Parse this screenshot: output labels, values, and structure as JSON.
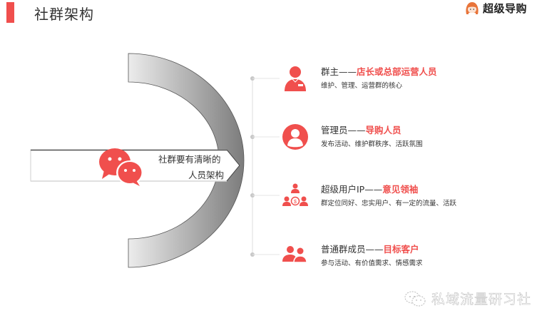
{
  "header": {
    "title": "社群架构",
    "accent_color": "#f04f4d",
    "brand": {
      "logo_icon": "girl-avatar-icon",
      "name": "超级导购"
    }
  },
  "diagram": {
    "banner": {
      "icon": "wechat-icon",
      "line1": "社群要有清晰的",
      "line2": "人员架构"
    },
    "arc_gradient": [
      "#e8e8e8",
      "#888888"
    ],
    "items": [
      {
        "icon": "staff-person-icon",
        "title": "群主",
        "dash": "——",
        "role": "店长或总部运营人员",
        "description": "维护、管理、运营群的核心"
      },
      {
        "icon": "user-circle-icon",
        "title": "管理员",
        "dash": "——",
        "role": "导购人员",
        "description": "发布活动、维护群秩序、活跃氛围"
      },
      {
        "icon": "network-money-icon",
        "title": "超级用户IP",
        "dash": "——",
        "role": "意见领袖",
        "description": "群定位同好、忠实用户、有一定的流量、活跃"
      },
      {
        "icon": "group-users-icon",
        "title": "普通群成员",
        "dash": "——",
        "role": "目标客户",
        "description": "参与活动、有价值需求、情感需求"
      }
    ]
  },
  "watermark": {
    "icon": "wechat-outline-icon",
    "text": "私域流量研习社"
  }
}
